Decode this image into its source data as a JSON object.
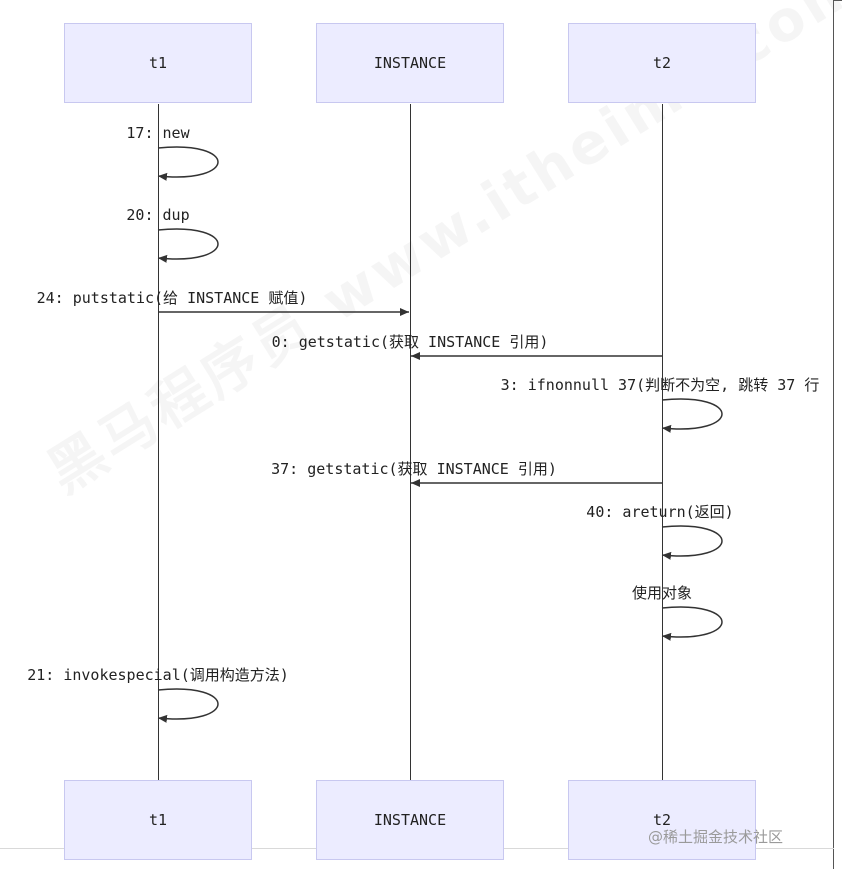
{
  "participants": [
    {
      "id": "t1",
      "label": "t1"
    },
    {
      "id": "INSTANCE",
      "label": "INSTANCE"
    },
    {
      "id": "t2",
      "label": "t2"
    }
  ],
  "messages": [
    {
      "from": "t1",
      "to": "t1",
      "label": "17: new"
    },
    {
      "from": "t1",
      "to": "t1",
      "label": "20: dup"
    },
    {
      "from": "t1",
      "to": "INSTANCE",
      "label": "24: putstatic(给 INSTANCE 赋值)"
    },
    {
      "from": "t2",
      "to": "INSTANCE",
      "label": "0: getstatic(获取 INSTANCE 引用)"
    },
    {
      "from": "t2",
      "to": "t2",
      "label": "3: ifnonnull 37(判断不为空, 跳转 37 行"
    },
    {
      "from": "t2",
      "to": "INSTANCE",
      "label": "37: getstatic(获取 INSTANCE 引用)"
    },
    {
      "from": "t2",
      "to": "t2",
      "label": "40: areturn(返回)"
    },
    {
      "from": "t2",
      "to": "t2",
      "label": "使用对象"
    },
    {
      "from": "t1",
      "to": "t1",
      "label": "21: invokespecial(调用构造方法)"
    }
  ],
  "watermark": "@稀土掘金技术社区",
  "background_watermark": "黑马程序员 www.itheima.com",
  "colors": {
    "participant_fill": "#ececff",
    "participant_border": "#c8c8f0",
    "line": "#333333",
    "text": "#222222",
    "watermark": "#9a9a9a"
  }
}
